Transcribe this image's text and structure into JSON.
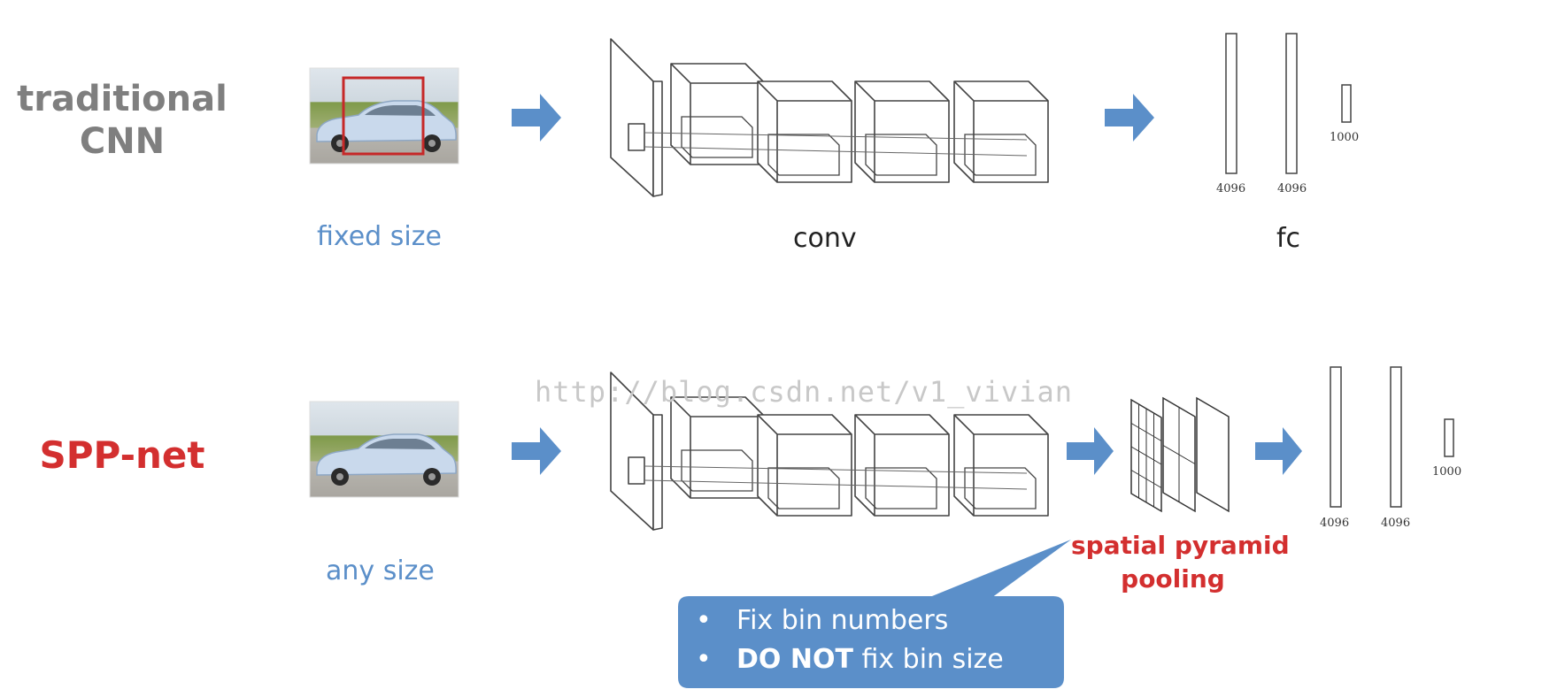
{
  "rows": [
    {
      "title_line1": "traditional",
      "title_line2": "CNN",
      "input_caption": "fixed size",
      "conv_caption": "conv",
      "fc_caption": "fc",
      "fc_sizes": [
        "4096",
        "4096",
        "1000"
      ]
    },
    {
      "title": "SPP-net",
      "input_caption": "any size",
      "spp_caption_line1": "spatial pyramid",
      "spp_caption_line2": "pooling",
      "fc_sizes": [
        "4096",
        "4096",
        "1000"
      ]
    }
  ],
  "callout": {
    "bullets": [
      {
        "bold": "",
        "text": "Fix bin numbers"
      },
      {
        "bold": "DO NOT",
        "text": " fix bin size"
      }
    ]
  },
  "watermark": "http://blog.csdn.net/v1_vivian",
  "colors": {
    "arrow": "#5b8fc9",
    "callout_bg": "#5b8fc9",
    "red_accent": "#d32f2f",
    "crop_box": "#c62828"
  }
}
